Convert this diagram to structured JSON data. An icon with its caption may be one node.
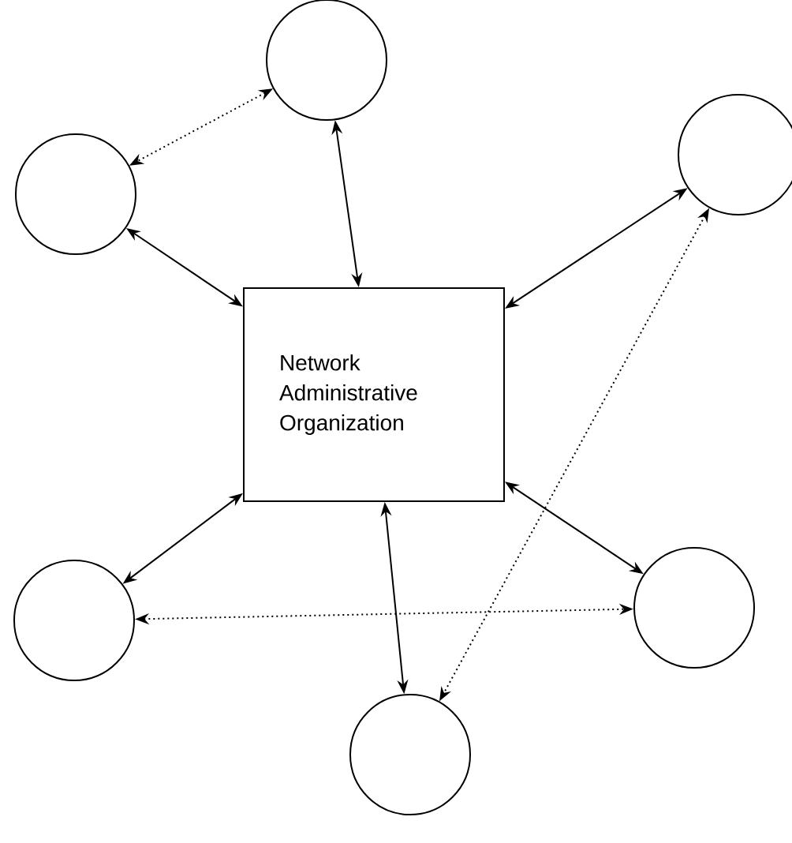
{
  "diagram": {
    "nodes": [
      {
        "text": [],
        "shape": "circle"
      },
      {
        "text": [],
        "shape": "circle"
      },
      {
        "text": [],
        "shape": "circle"
      },
      {
        "text": [
          "Network Administrative Organization"
        ]
      },
      {
        "text": [],
        "shape": "circle"
      },
      {
        "text": [],
        "shape": "circle"
      },
      {
        "text": [],
        "shape": "circle"
      }
    ],
    "edges": [
      {
        "from": 0,
        "to": 1,
        "arrow": "both",
        "style": "dashed"
      },
      {
        "from": 3,
        "to": 0,
        "arrow": "both"
      },
      {
        "from": 3,
        "to": 1,
        "arrow": "both"
      },
      {
        "from": 3,
        "to": 2,
        "arrow": "both"
      },
      {
        "from": 3,
        "to": 4,
        "arrow": "both"
      },
      {
        "from": 3,
        "to": 5,
        "arrow": "both"
      },
      {
        "from": 3,
        "to": 6,
        "arrow": "both"
      },
      {
        "from": 4,
        "to": 5,
        "arrow": "both",
        "style": "dashed"
      },
      {
        "from": 2,
        "to": 6,
        "arrow": "both",
        "style": "dashed"
      }
    ]
  }
}
